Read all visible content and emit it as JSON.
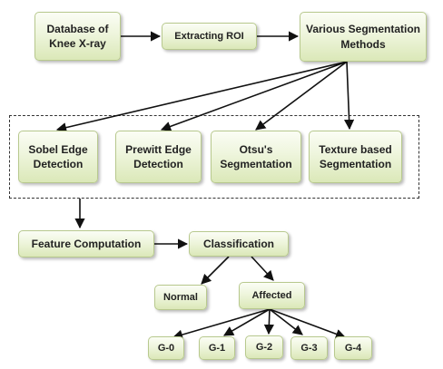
{
  "nodes": {
    "database": "Database of\nKnee X-ray",
    "extract_roi": "Extracting ROI",
    "segmentation_methods": "Various Segmentation\nMethods",
    "sobel": "Sobel Edge\nDetection",
    "prewitt": "Prewitt Edge\nDetection",
    "otsu": "Otsu's\nSegmentation",
    "texture": "Texture based\nSegmentation",
    "feature": "Feature Computation",
    "classification": "Classification",
    "normal": "Normal",
    "affected": "Affected",
    "g0": "G-0",
    "g1": "G-1",
    "g2": "G-2",
    "g3": "G-3",
    "g4": "G-4"
  },
  "colors": {
    "box_border": "#b8c98e",
    "box_fill_top": "#fbfdf5",
    "box_fill_bottom": "#dbe8b8",
    "arrow": "#111111"
  }
}
